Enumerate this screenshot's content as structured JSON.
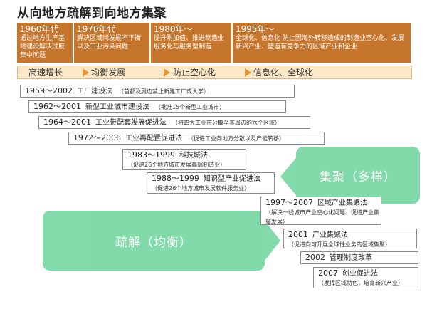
{
  "title": "从向地方疏解到向地方集聚",
  "eras": [
    {
      "year": "1960年代",
      "desc": "通过地方生产基地建设解决过度集中问题"
    },
    {
      "year": "1970年代",
      "desc": "解决区域间发展不平衡以及工业污染问题"
    },
    {
      "year": "1980年～",
      "desc": "提升附加值、推进制造业服务化与服务型制造"
    },
    {
      "year": "1995年～",
      "desc": "全球化、信息化 防止因海外转移造成的制造业空心化、发展新兴产业、塑造有竞争力的区域产业和企业"
    }
  ],
  "phases": [
    "高速增长",
    "均衡发展",
    "防止空心化",
    "信息化、全球化"
  ],
  "laws": [
    {
      "years": "1959～2002",
      "name": "工厂建设法",
      "note": "（首都及周边禁止新建工厂或大学）"
    },
    {
      "years": "1962～2001",
      "name": "新型工业城市建设法",
      "note": "（批准15个新型工业城市）"
    },
    {
      "years": "1964～2001",
      "name": "工业带配套发展促进法",
      "note": "（将四大工业带分散至其周边的六个区域）"
    },
    {
      "years": "1972～2006",
      "name": "工业再配置促进法",
      "note": "（促进工业向地方分散以及产能转移）"
    },
    {
      "years": "1983～1999",
      "name": "科技城法",
      "note": "（促进26个地方城市发展高端制造业）"
    },
    {
      "years": "1988～1999",
      "name": "知识型产业促进法",
      "note": "（促进26个地方城市发展软件服务业）"
    },
    {
      "years": "1997～2007",
      "name": "区域产业集聚法",
      "note": "（解决一线城市产业空心化问题、促进产业集聚发展）"
    },
    {
      "years": "2001",
      "name": "产业集聚法",
      "note": "（促进向可开展全球性业务的区域集聚）"
    },
    {
      "years": "2002",
      "name": "管理制度改革",
      "note": ""
    },
    {
      "years": "2007",
      "name": "创业促进法",
      "note": "（发挥区域特色，培育新兴产业）"
    }
  ],
  "labels": {
    "disperse": "疏解（均衡）",
    "cluster": "集聚（多样）"
  },
  "colors": {
    "era_bg": "#c5752c",
    "band_bg": "#fbe8c8",
    "arrow": "#e8962e",
    "green": "#6dd39b"
  }
}
